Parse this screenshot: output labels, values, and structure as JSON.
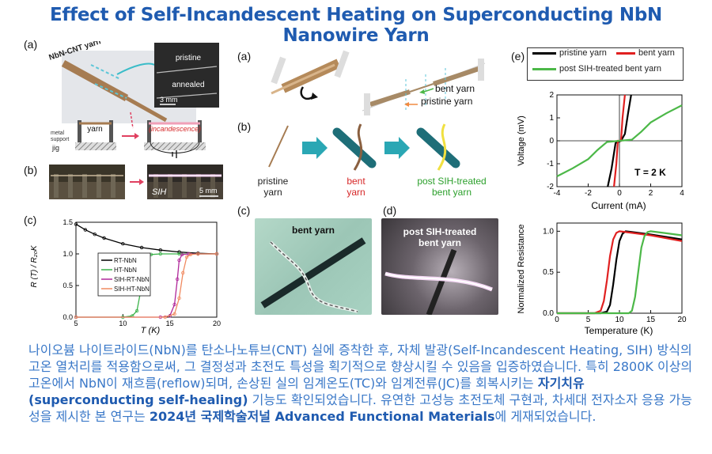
{
  "title": "Effect of Self-Incandescent Heating on Superconducting NbN Nanowire Yarn",
  "left": {
    "a": {
      "label": "(a)",
      "yarn_tag": "NbN-CNT yarn",
      "photo_top": "pristine",
      "photo_bottom": "annealed",
      "scale": "3 mm",
      "yarn": "yarn",
      "metal_support": "metal\nsupport",
      "jig": "jig",
      "incandescence": "(incandescence)"
    },
    "b": {
      "label": "(b)",
      "sih": "SIH",
      "scale": "5 mm"
    },
    "c": {
      "label": "(c)",
      "ylabel": "R (T) / R₂₀K",
      "xlabel": "T (K)",
      "legend": [
        "RT-NbN",
        "HT-NbN",
        "SIH-RT-NbN",
        "SIH-HT-NbN"
      ]
    }
  },
  "middle": {
    "a": {
      "label": "(a)",
      "bent": "bent yarn",
      "pristine": "pristine yarn"
    },
    "b": {
      "label": "(b)",
      "pristine1": "pristine",
      "pristine2": "yarn",
      "bent1": "bent",
      "bent2": "yarn",
      "post1": "post SIH-treated",
      "post2": "bent yarn"
    },
    "c": {
      "label": "(c)",
      "text": "bent yarn"
    },
    "d": {
      "label": "(d)",
      "text1": "post SIH-treated",
      "text2": "bent yarn"
    }
  },
  "right": {
    "label": "(e)",
    "legend": [
      "pristine yarn",
      "bent yarn",
      "post SIH-treated bent yarn"
    ],
    "top": {
      "ylabel": "Voltage (mV)",
      "xlabel": "Current (mA)",
      "note": "T = 2 K"
    },
    "bottom": {
      "ylabel": "Normalized Resistance",
      "xlabel": "Temperature (K)"
    }
  },
  "paragraph": {
    "p1": "나이오븀 나이트라이드(NbN)를 탄소나노튜브(CNT) 실에 증착한 후, 자체 발광(Self-Incandescent Heating, SIH) 방식의 고온 열처리를 적용함으로써, 그 결정성과 초전도 특성을 획기적으로 향상시킬 수 있음을 입증하였습니다. 특히 2800K 이상의 고온에서 NbN이 재흐름(reflow)되며, 손상된 실의 임계온도(TC)와 임계전류(JC)를 회복시키는 ",
    "b1": "자기치유(superconducting self-healing)",
    "p2": " 기능도 확인되었습니다. 유연한 고성능 초전도체 구현과, 차세대 전자소자 응용 가능성을 제시한 본 연구는 ",
    "b2": "2024년 국제학술저널 Advanced Functional Materials",
    "p3": "에 게재되었습니다."
  },
  "chart_data": [
    {
      "type": "line",
      "title": "",
      "xlabel": "T (K)",
      "ylabel": "R (T) / R20K",
      "xlim": [
        5,
        20
      ],
      "ylim": [
        0,
        1.5
      ],
      "xticks": [
        5,
        10,
        15,
        20
      ],
      "yticks": [
        0.0,
        0.5,
        1.0,
        1.5
      ],
      "series": [
        {
          "name": "RT-NbN",
          "color": "#000000",
          "x": [
            5,
            6,
            7,
            8,
            10,
            12,
            14,
            16,
            18,
            20
          ],
          "y": [
            1.47,
            1.38,
            1.31,
            1.25,
            1.16,
            1.1,
            1.06,
            1.03,
            1.01,
            1.0
          ]
        },
        {
          "name": "HT-NbN",
          "color": "#3bb34a",
          "x": [
            5,
            10,
            11,
            11.5,
            12,
            12.3,
            12.6,
            13,
            14,
            16,
            18,
            20
          ],
          "y": [
            0.0,
            0.0,
            0.02,
            0.1,
            0.5,
            0.9,
            0.97,
            0.99,
            1.0,
            1.0,
            1.0,
            1.0
          ]
        },
        {
          "name": "SIH-RT-NbN",
          "color": "#b0289a",
          "x": [
            5,
            14,
            15,
            15.5,
            15.8,
            16,
            16.3,
            17,
            18,
            20
          ],
          "y": [
            0.0,
            0.0,
            0.02,
            0.2,
            0.6,
            0.9,
            0.99,
            1.0,
            1.0,
            1.0
          ]
        },
        {
          "name": "SIH-HT-NbN",
          "color": "#f08a60",
          "x": [
            5,
            14.5,
            15.5,
            16,
            16.4,
            16.8,
            17.2,
            18,
            20
          ],
          "y": [
            0.0,
            0.0,
            0.05,
            0.3,
            0.7,
            0.95,
            0.99,
            1.0,
            1.0
          ]
        }
      ]
    },
    {
      "type": "line",
      "title": "",
      "xlabel": "Current (mA)",
      "ylabel": "Voltage (mV)",
      "xlim": [
        -4,
        4
      ],
      "ylim": [
        -2,
        2
      ],
      "xticks": [
        -4,
        -2,
        0,
        2,
        4
      ],
      "yticks": [
        -2,
        -1,
        0,
        1,
        2
      ],
      "series": [
        {
          "name": "pristine yarn",
          "color": "#000000",
          "x": [
            -0.75,
            -0.5,
            -0.25,
            0.1,
            0.35,
            0.55,
            0.75
          ],
          "y": [
            -2.0,
            -1.2,
            -0.1,
            0.0,
            0.3,
            1.2,
            2.0
          ]
        },
        {
          "name": "bent yarn",
          "color": "#e02020",
          "x": [
            -0.35,
            -0.2,
            -0.1,
            0.1,
            0.2,
            0.35
          ],
          "y": [
            -2.0,
            -1.0,
            0.0,
            0.0,
            1.0,
            2.0
          ]
        },
        {
          "name": "post SIH-treated bent yarn",
          "color": "#4cb848",
          "x": [
            -4,
            -3,
            -2,
            -1.4,
            -0.8,
            0,
            0.8,
            1.4,
            2,
            3,
            4
          ],
          "y": [
            -1.55,
            -1.2,
            -0.8,
            -0.4,
            -0.05,
            0,
            0.05,
            0.4,
            0.8,
            1.2,
            1.55
          ]
        }
      ]
    },
    {
      "type": "line",
      "title": "",
      "xlabel": "Temperature (K)",
      "ylabel": "Normalized Resistance",
      "xlim": [
        0,
        20
      ],
      "ylim": [
        0,
        1.1
      ],
      "xticks": [
        0,
        5,
        10,
        15,
        20
      ],
      "yticks": [
        0.0,
        0.5,
        1.0
      ],
      "series": [
        {
          "name": "pristine yarn",
          "color": "#000000",
          "x": [
            0,
            7,
            8,
            8.5,
            9,
            9.5,
            10,
            10.5,
            11,
            12,
            15,
            20
          ],
          "y": [
            0,
            0,
            0.02,
            0.1,
            0.35,
            0.65,
            0.88,
            0.97,
            1.0,
            0.99,
            0.96,
            0.9
          ]
        },
        {
          "name": "bent yarn",
          "color": "#e02020",
          "x": [
            0,
            6,
            7,
            7.5,
            8,
            8.5,
            9,
            9.5,
            10,
            12,
            15,
            20
          ],
          "y": [
            0,
            0,
            0.03,
            0.15,
            0.4,
            0.7,
            0.9,
            0.98,
            1.0,
            0.98,
            0.95,
            0.88
          ]
        },
        {
          "name": "post SIH-treated bent yarn",
          "color": "#4cb848",
          "x": [
            0,
            11.5,
            12,
            12.5,
            13,
            13.5,
            14,
            14.5,
            15,
            17,
            20
          ],
          "y": [
            0,
            0,
            0.03,
            0.2,
            0.5,
            0.8,
            0.94,
            0.99,
            1.0,
            0.98,
            0.95
          ]
        }
      ]
    }
  ]
}
